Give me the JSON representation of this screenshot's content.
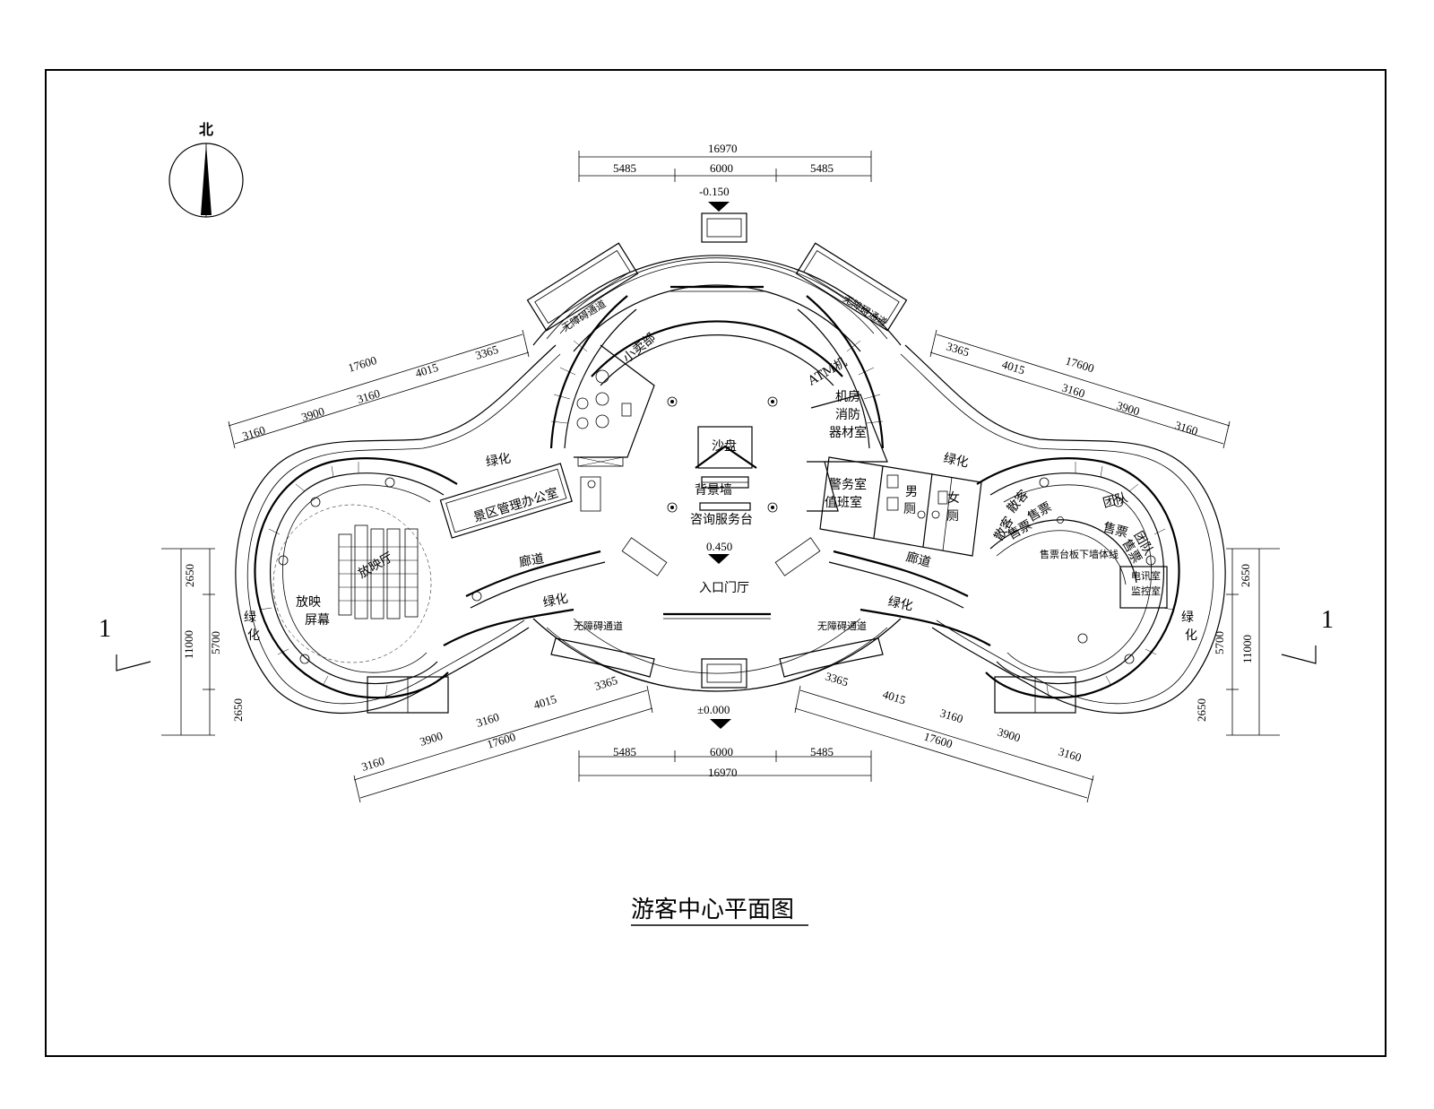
{
  "north": {
    "label": "北"
  },
  "title": "游客中心平面图",
  "section_mark": "1",
  "levels": {
    "top": "-0.150",
    "mid": "0.450",
    "bottom": "±0.000"
  },
  "dims": {
    "top_total": "16970",
    "top_a": "5485",
    "top_b": "6000",
    "top_c": "5485",
    "bottom_total": "16970",
    "bottom_a": "5485",
    "bottom_b": "6000",
    "bottom_c": "5485",
    "left_total": "11000",
    "left_a": "2650",
    "left_b": "5700",
    "left_c": "2650",
    "right_total": "11000",
    "right_a": "2650",
    "right_b": "5700",
    "right_c": "2650",
    "nw_total": "17600",
    "nw_a": "3160",
    "nw_b": "3900",
    "nw_c": "3160",
    "nw_d": "4015",
    "nw_e": "3365",
    "ne_total": "17600",
    "ne_a": "3365",
    "ne_b": "4015",
    "ne_c": "3160",
    "ne_d": "3900",
    "ne_e": "3160",
    "sw_total": "17600",
    "sw_a": "3160",
    "sw_b": "3900",
    "sw_c": "3160",
    "sw_d": "4015",
    "sw_e": "3365",
    "se_total": "17600",
    "se_a": "3365",
    "se_b": "4015",
    "se_c": "3160",
    "se_d": "3900",
    "se_e": "3160"
  },
  "rooms": {
    "sandtable": "沙盘",
    "bgwall": "背景墙",
    "info_desk": "咨询服务台",
    "lobby": "入口门厅",
    "shop": "小卖部",
    "atm": "ATM机",
    "machine_room": "机房",
    "fire_room_1": "消防",
    "fire_room_2": "器材室",
    "police_1": "警务室",
    "police_2": "值班室",
    "male_wc_1": "男",
    "male_wc_2": "厕",
    "female_wc_1": "女",
    "female_wc_2": "厕",
    "office": "景区管理办公室",
    "cinema": "放映厅",
    "screen_1": "放映",
    "screen_2": "屏幕",
    "corridor": "廊道",
    "green": "绿化",
    "green_v1": "绿",
    "green_v2": "化",
    "accessible": "无障碍通道",
    "scatter_1": "散客",
    "scatter_2": "售票",
    "scatter_3": "散客",
    "scatter_4": "售票",
    "group_1": "团队",
    "group_2": "售票",
    "group_3": "团队",
    "group_4": "售票",
    "counter_line": "售票台板下墙体线",
    "telecom_1": "电讯室",
    "telecom_2": "监控室"
  }
}
